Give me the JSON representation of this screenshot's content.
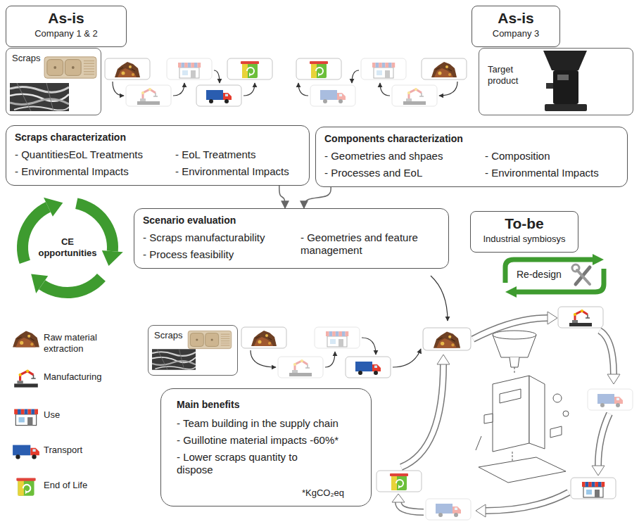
{
  "diagram": {
    "nodes": [
      {
        "text": [
          "As-is",
          "Company 1 & 2"
        ]
      },
      {
        "text": [
          "As-is",
          "Company 3"
        ]
      },
      {
        "text": [
          "Scraps"
        ]
      },
      {
        "text": [
          "Target product"
        ]
      },
      {
        "text": [
          "Scraps characterization",
          "- QuantitiesEoL Treatments",
          "- EoL Treatments",
          "- Environmental Impacts",
          "- Environmental Impacts"
        ]
      },
      {
        "text": [
          "Components characterization",
          "- Geometries and shpaes",
          "- Composition",
          "- Processes and EoL",
          "- Environmental Impacts"
        ]
      },
      {
        "text": [
          "Scenario evaluation",
          "- Scraps manufacturability",
          "- Process feasibility",
          "- Geometries and feature management"
        ]
      },
      {
        "text": [
          "To-be",
          "Industrial symbiosys"
        ]
      },
      {
        "text": [
          "CE opportunities"
        ]
      },
      {
        "text": [
          "Re-design"
        ]
      },
      {
        "text": [
          "Scraps"
        ]
      },
      {
        "text": [
          "Main benefits",
          "- Team building in the supply chain",
          "- Guillotine material impacts -60%*",
          "- Lower scraps quantity to dispose",
          "*KgCO₂eq"
        ]
      }
    ],
    "edges": [
      {
        "from": 4,
        "to": 6,
        "arrow": "to"
      },
      {
        "from": 5,
        "to": 6,
        "arrow": "to"
      }
    ],
    "legend": [
      {
        "text": "Raw material extraction"
      },
      {
        "text": "Manufacturing"
      },
      {
        "text": "Use"
      },
      {
        "text": "Transport"
      },
      {
        "text": "End of Life"
      }
    ]
  }
}
